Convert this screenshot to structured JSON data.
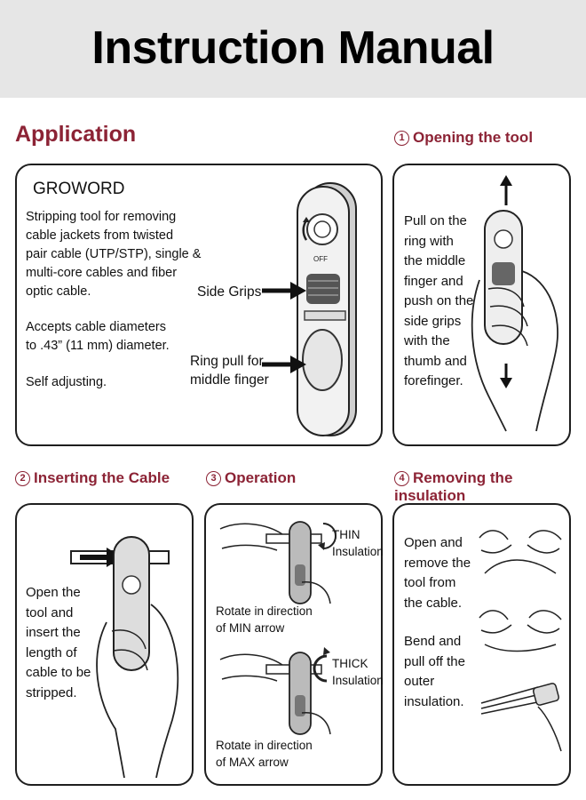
{
  "header": {
    "title": "Instruction Manual"
  },
  "application": {
    "title": "Application",
    "brand": "GROWORD",
    "description": [
      "Stripping tool for removing",
      "cable jackets from twisted",
      "pair cable (UTP/STP), single &",
      "multi-core cables and fiber",
      "optic cable."
    ],
    "diameter": [
      "Accepts cable diameters",
      "to .43” (11 mm) diameter."
    ],
    "self_adjusting": "Self adjusting.",
    "label_side_grips": "Side Grips",
    "label_ring_pull": [
      "Ring pull for",
      "middle finger"
    ]
  },
  "opening": {
    "number": "1",
    "title": "Opening the tool",
    "text": [
      "Pull on the",
      "ring with",
      "the middle",
      "finger and",
      "push on the",
      "side grips",
      "with the",
      "thumb and",
      "forefinger."
    ]
  },
  "inserting": {
    "number": "2",
    "title": "Inserting the Cable",
    "text": [
      "Open the",
      "tool and",
      "insert the",
      "length of",
      "cable to be",
      "stripped."
    ]
  },
  "operation": {
    "number": "3",
    "title": "Operation",
    "thin": [
      "THIN",
      "Insulation"
    ],
    "thick": [
      "THICK",
      "Insulation"
    ],
    "rotate_min": [
      "Rotate in direction",
      "of MIN arrow"
    ],
    "rotate_max": [
      "Rotate in direction",
      "of MAX arrow"
    ]
  },
  "removing": {
    "number": "4",
    "title": "Removing the insulation",
    "text1": [
      "Open and",
      "remove the",
      "tool from",
      "the cable."
    ],
    "text2": [
      "Bend and",
      "pull off the",
      "outer",
      "insulation."
    ]
  },
  "tool_mark": "OFF",
  "colors": {
    "accent": "#8c2335",
    "header_bg": "#e6e6e6",
    "border": "#1e1e1e"
  }
}
